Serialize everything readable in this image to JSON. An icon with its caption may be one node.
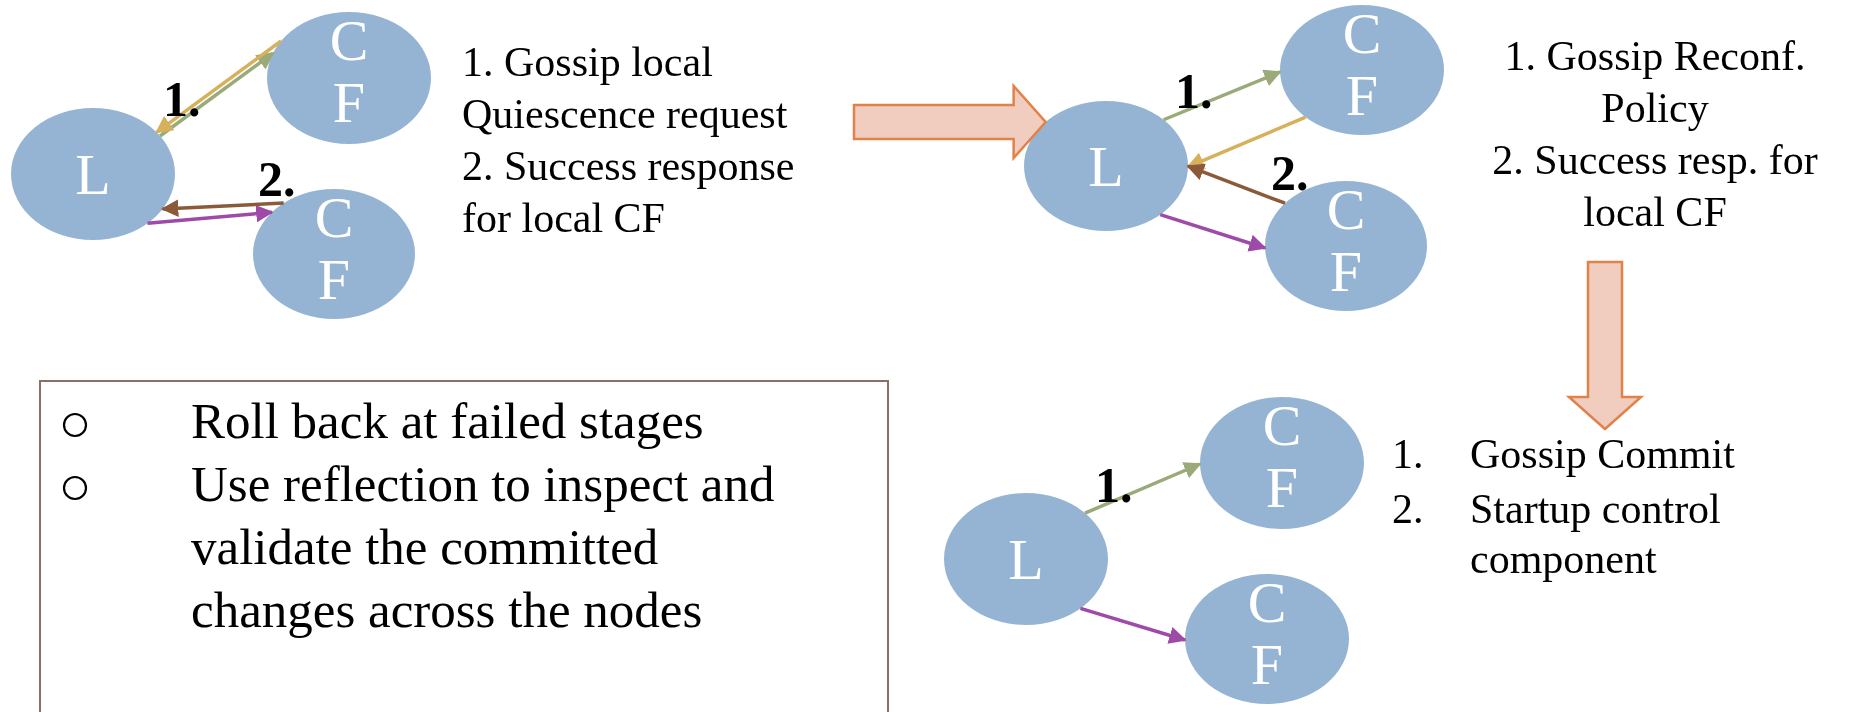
{
  "diagram": {
    "nodes": [
      {
        "text": [
          "L"
        ]
      },
      {
        "text": [
          "C F"
        ]
      },
      {
        "text": [
          "C F"
        ]
      },
      {
        "text": [
          "1. Gossip local Quiescence request",
          "2. Success response for local CF"
        ]
      },
      {
        "text": [
          "L"
        ]
      },
      {
        "text": [
          "C F"
        ]
      },
      {
        "text": [
          "C F"
        ]
      },
      {
        "text": [
          "1. Gossip Reconf. Policy",
          "2. Success resp. for local CF"
        ]
      },
      {
        "text": [
          "L"
        ]
      },
      {
        "text": [
          "C F"
        ]
      },
      {
        "text": [
          "C F"
        ]
      },
      {
        "text": [
          "1.",
          "Gossip Commit",
          "2.",
          "Startup control component"
        ]
      },
      {
        "text": [
          "Roll back at failed stages",
          "Use reflection to inspect and validate the committed changes across the nodes"
        ]
      }
    ],
    "edges": [
      {
        "from": 0,
        "to": 1,
        "arrow": "to",
        "color": "#9aaa78"
      },
      {
        "from": 1,
        "to": 0,
        "arrow": "to",
        "color": "#d6b05a"
      },
      {
        "from": 0,
        "to": 2,
        "arrow": "to",
        "color": "#9e4aa8"
      },
      {
        "from": 2,
        "to": 0,
        "arrow": "to",
        "color": "#8a5a3a"
      },
      {
        "from": 3,
        "to": 4,
        "arrow": "to",
        "style": "thick",
        "color": "#e0824a"
      },
      {
        "from": 4,
        "to": 5,
        "arrow": "to",
        "color": "#9aaa78"
      },
      {
        "from": 5,
        "to": 4,
        "arrow": "to",
        "color": "#d6b05a"
      },
      {
        "from": 6,
        "to": 4,
        "arrow": "to",
        "color": "#8a5a3a"
      },
      {
        "from": 4,
        "to": 6,
        "arrow": "to",
        "color": "#9e4aa8"
      },
      {
        "from": 7,
        "to": 11,
        "arrow": "to",
        "style": "thick",
        "color": "#e0824a"
      },
      {
        "from": 8,
        "to": 9,
        "arrow": "to",
        "color": "#9aaa78"
      },
      {
        "from": 8,
        "to": 10,
        "arrow": "to",
        "color": "#9e4aa8"
      }
    ],
    "labels": [
      "1.",
      "2.",
      "1.",
      "2.",
      "1."
    ]
  }
}
